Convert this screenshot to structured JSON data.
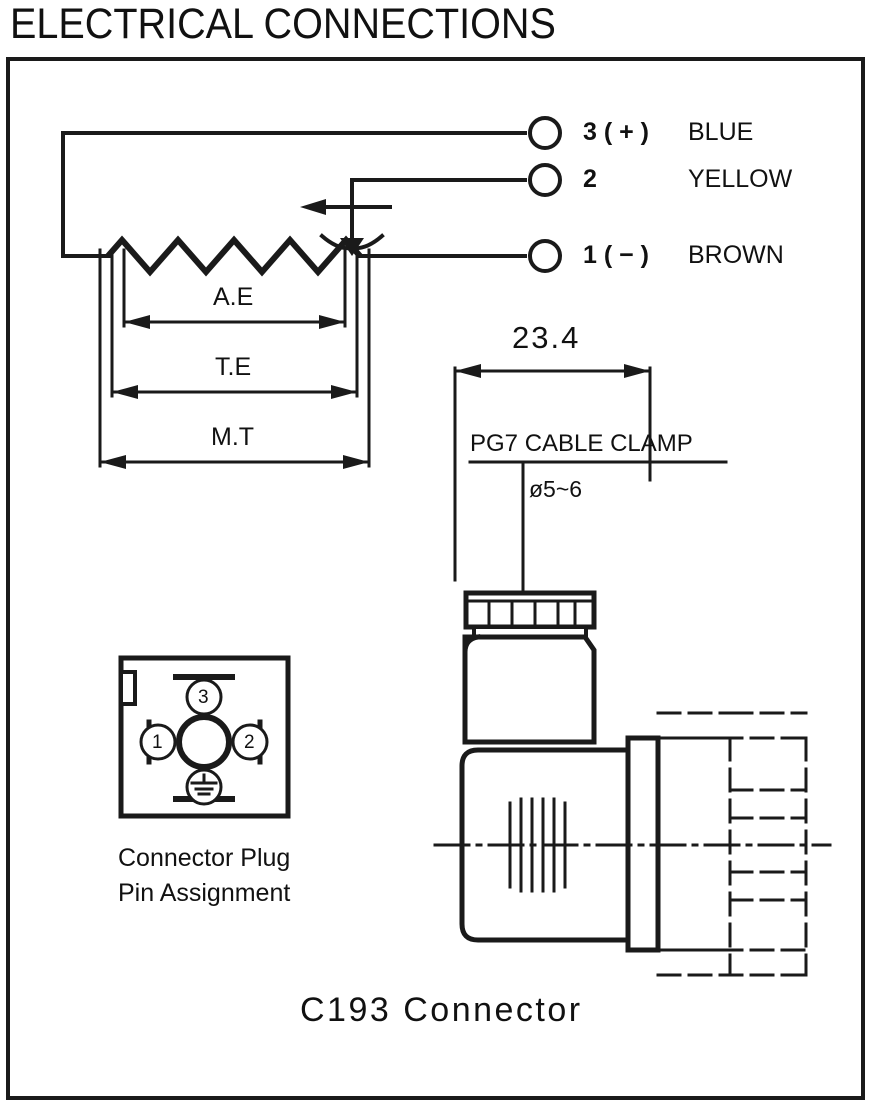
{
  "title": "ELECTRICAL CONNECTIONS",
  "terminals": [
    {
      "number": "3 ( + )",
      "color": "BLUE"
    },
    {
      "number": "2",
      "color": "YELLOW"
    },
    {
      "number": "1 ( − )",
      "color": "BROWN"
    }
  ],
  "dimensions": {
    "ae": "A.E",
    "te": "T.E",
    "mt": "M.T",
    "width_23_4": "23.4",
    "cable_diameter": "ø5~6"
  },
  "annotations": {
    "cable_clamp": "PG7 CABLE CLAMP",
    "connector_caption": "C193 Connector"
  },
  "pin_assignment": {
    "caption_line1": "Connector Plug",
    "caption_line2": "Pin Assignment",
    "pins": [
      {
        "id": "1",
        "label": "1"
      },
      {
        "id": "2",
        "label": "2"
      },
      {
        "id": "3",
        "label": "3"
      }
    ],
    "ground_symbol": "earth-ground"
  },
  "colors": {
    "line": "#1a1a1a",
    "background": "#ffffff"
  }
}
